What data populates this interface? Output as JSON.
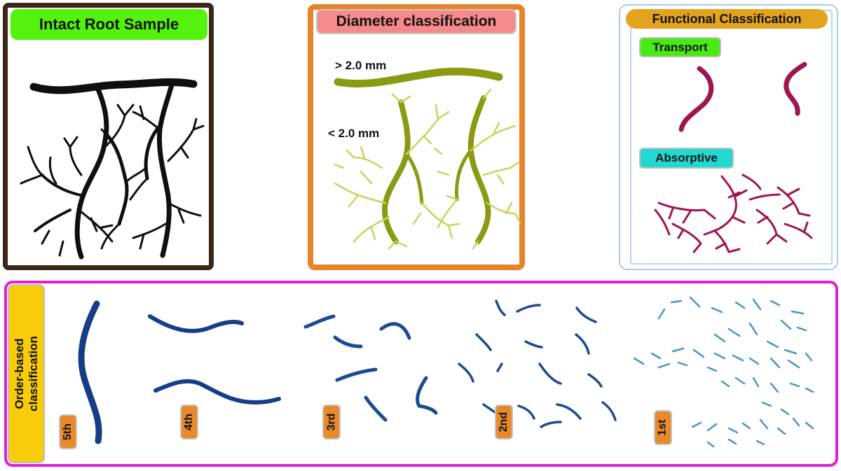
{
  "panels": {
    "intact": {
      "title": "Intact Root Sample"
    },
    "diameter": {
      "title": "Diameter classification",
      "thick_label": "> 2.0 mm",
      "thin_label": "< 2.0 mm"
    },
    "functional": {
      "title": "Functional Classification",
      "transport_label": "Transport",
      "absorptive_label": "Absorptive"
    },
    "order": {
      "title": "Order-based classification",
      "orders": [
        "5th",
        "4th",
        "3rd",
        "2nd",
        "1st"
      ]
    }
  },
  "colors": {
    "intact_roots": "#0f0f0f",
    "diameter_roots": "#8a9a12",
    "diameter_fine_roots": "#c9d45a",
    "functional_roots": "#a0144f",
    "order_5th_4th": "#173d86",
    "order_3rd_2nd": "#1c4b8f",
    "order_1st": "#4596c4"
  }
}
